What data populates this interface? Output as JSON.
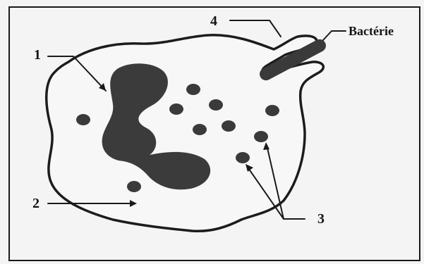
{
  "labels": {
    "one": "1",
    "two": "2",
    "three": "3",
    "four": "4",
    "bacteria": "Bactérie"
  },
  "colors": {
    "background": "#f4f4f4",
    "frame": "#1a1a1a",
    "cell_fill": "#f7f7f7",
    "cell_outline": "#1c1c1c",
    "nucleus": "#3b3b3b",
    "granule": "#3a3a3a",
    "bacterium": "#3a3a3a",
    "text": "#141414"
  }
}
